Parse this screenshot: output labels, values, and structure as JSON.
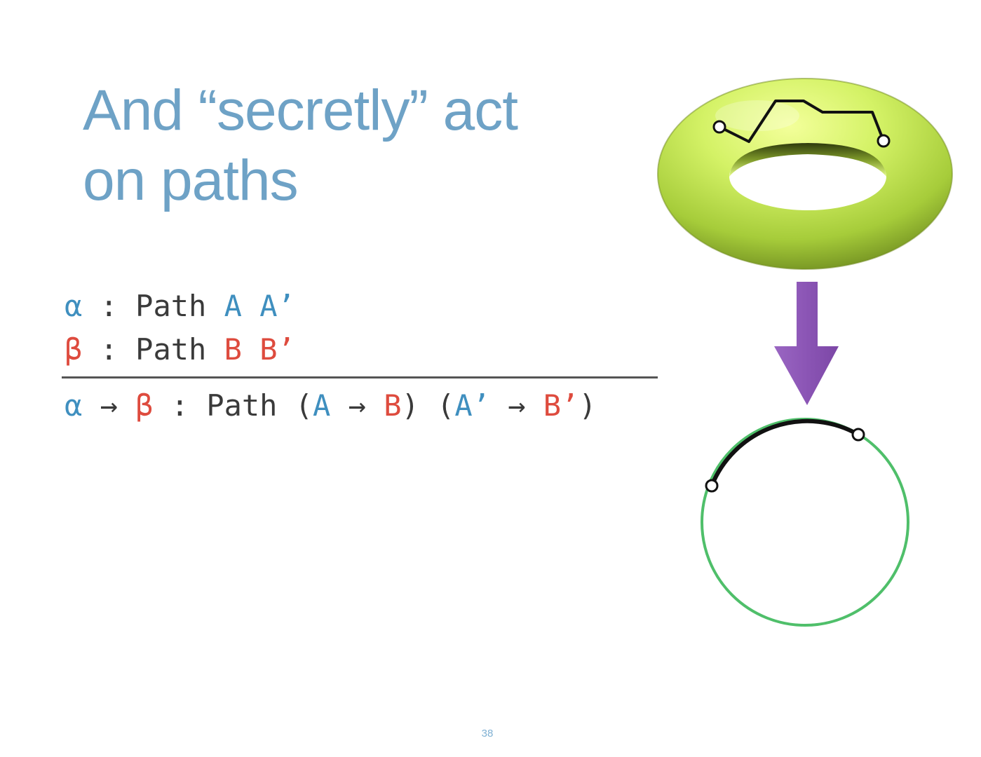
{
  "slide": {
    "title_line1": "And “secretly” act",
    "title_line2": "on paths",
    "page_number": "38"
  },
  "rule": {
    "premise1": {
      "var": "α",
      "colon": " : ",
      "path_kw": "Path ",
      "a": "A",
      "space": " ",
      "a_prime": "A’"
    },
    "premise2": {
      "var": "β",
      "colon": " : ",
      "path_kw": "Path ",
      "b": "B",
      "space": " ",
      "b_prime": "B’"
    },
    "conclusion": {
      "alpha": "α",
      "arrow1": " → ",
      "beta": "β",
      "colon": " : ",
      "path_kw": "Path (",
      "a": "A",
      "arrow2": " → ",
      "b": "B",
      "close_open": ") (",
      "a_prime": "A’",
      "arrow3": " → ",
      "b_prime": "B’",
      "close": ")"
    }
  },
  "colors": {
    "title": "#6ea2c6",
    "alpha_side": "#3f8fbf",
    "beta_side": "#de4b3e",
    "torus": "#c8ee5a",
    "down_arrow": "#8b55b5",
    "circle": "#4fbf6a",
    "path": "#111111"
  },
  "figure": {
    "top_shape": "torus-with-path",
    "arrow": "down-arrow-icon",
    "bottom_shape": "circle-with-arc"
  }
}
